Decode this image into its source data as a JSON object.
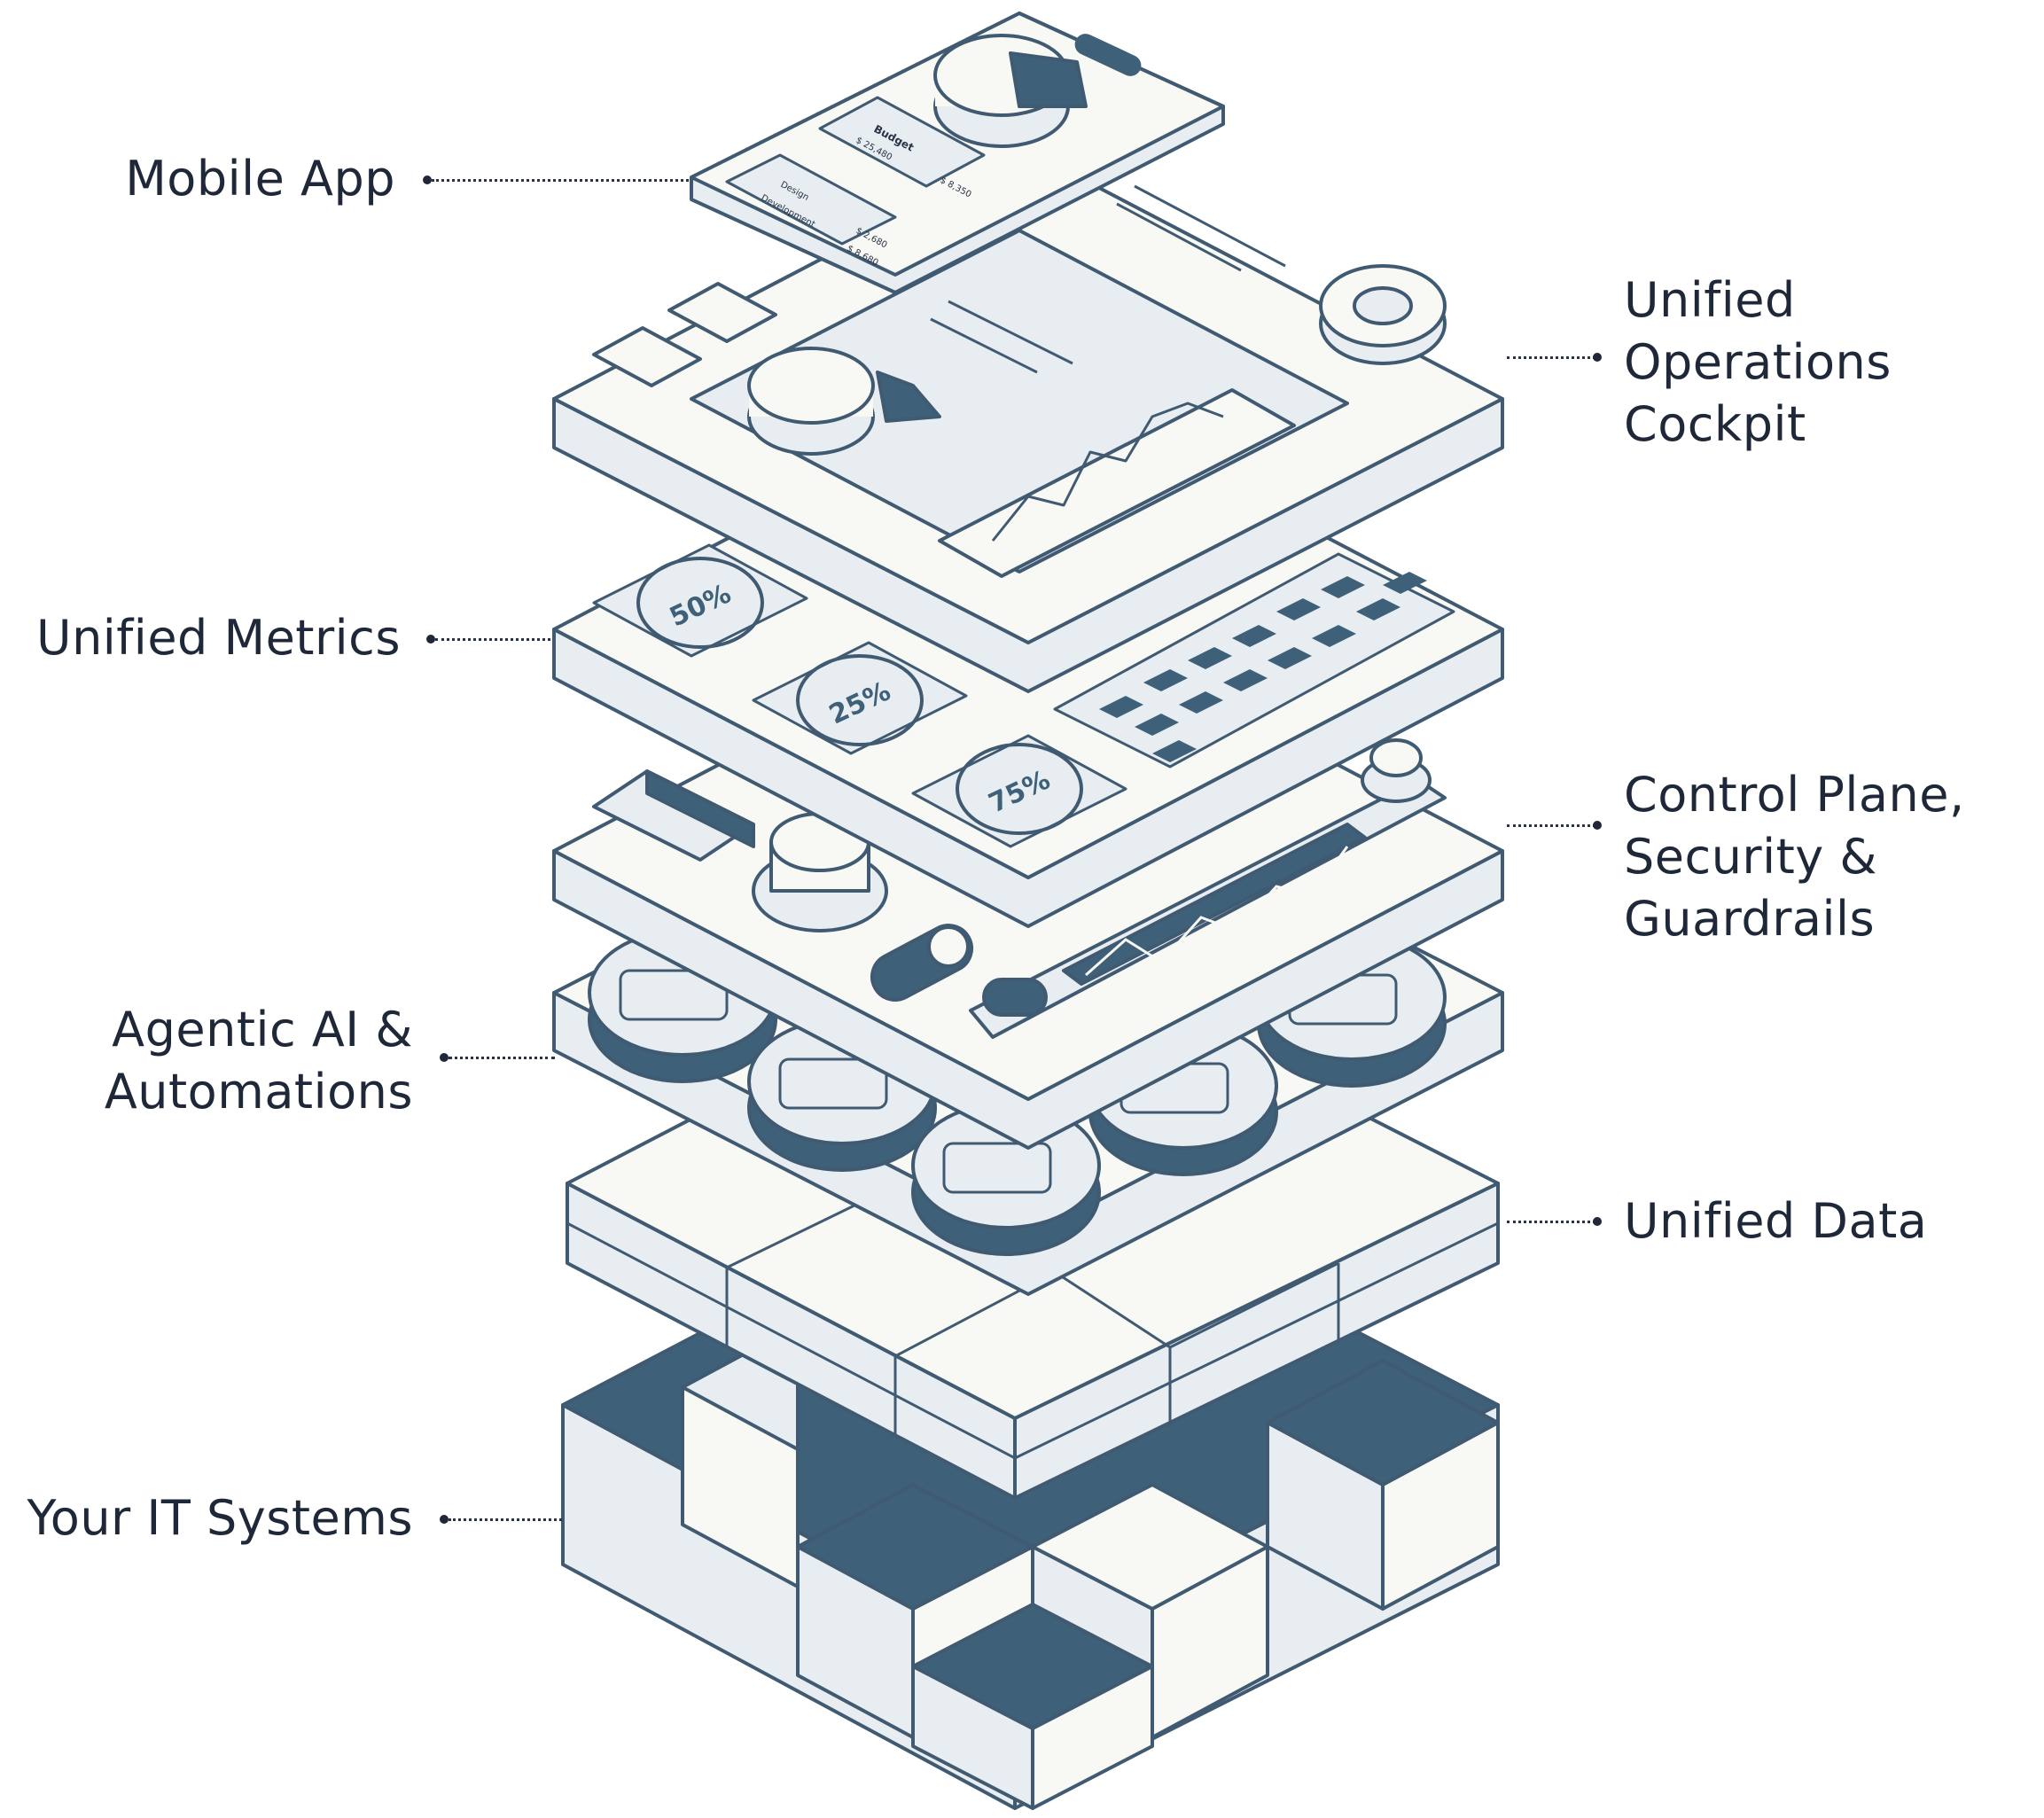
{
  "labels": {
    "mobile_app": "Mobile App",
    "operations_cockpit": [
      "Unified",
      "Operations",
      "Cockpit"
    ],
    "unified_metrics": "Unified Metrics",
    "control_plane": [
      "Control Plane,",
      "Security &",
      "Guardrails"
    ],
    "agentic_ai": [
      "Agentic AI &",
      "Automations"
    ],
    "unified_data": "Unified Data",
    "it_systems": "Your IT Systems"
  },
  "metrics": {
    "gauge_1": "50%",
    "gauge_2": "25%",
    "gauge_3": "75%"
  },
  "mobile": {
    "budget_title": "Budget",
    "budget_value_1": "$ 25,480",
    "budget_value_2": "$ 8,350",
    "rows": [
      {
        "name": "Design",
        "value": "$ 2,680"
      },
      {
        "name": "Development",
        "value": "$ 8,680"
      }
    ]
  },
  "colors": {
    "dark": "#3e6079",
    "face": "#f8f8f5",
    "side": "#e8edf2",
    "stroke": "#405a72",
    "text": "#1f2838"
  }
}
